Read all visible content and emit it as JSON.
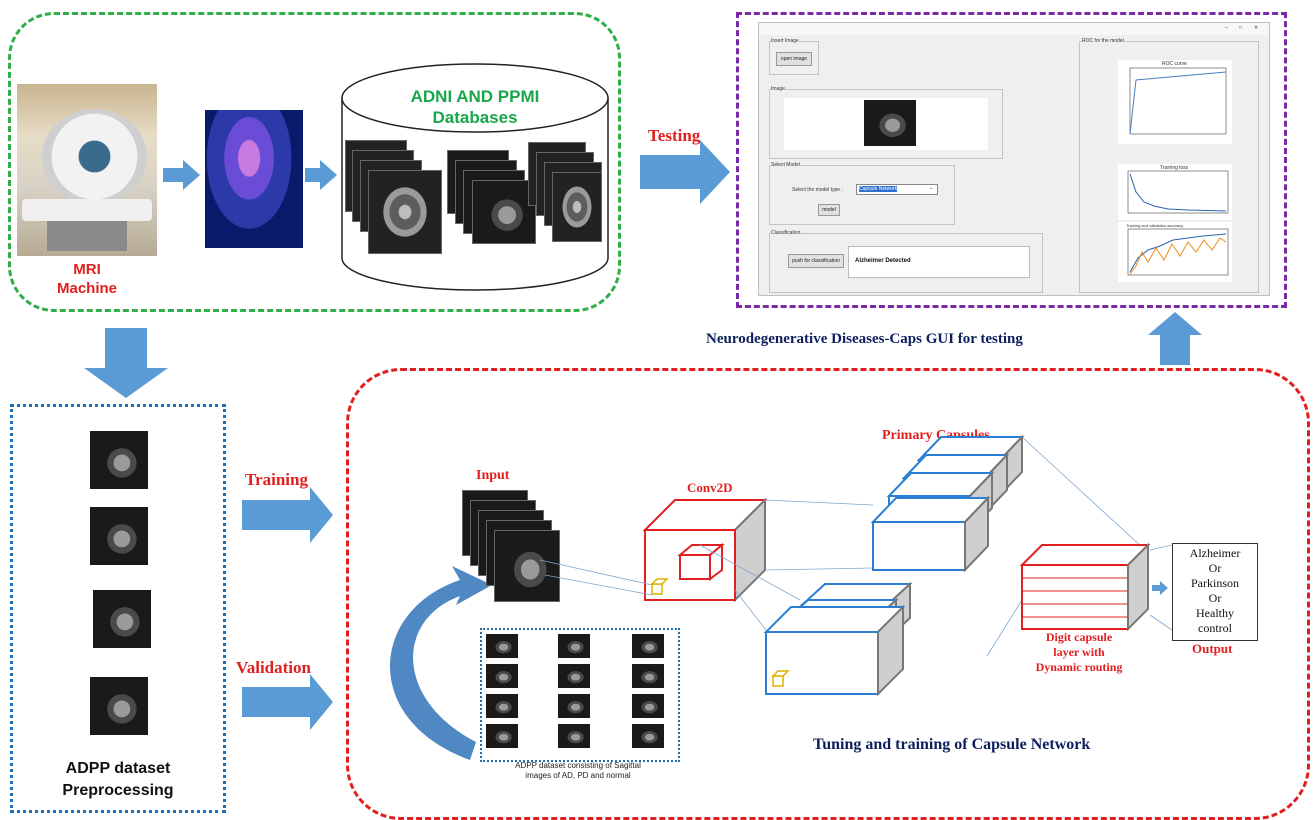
{
  "mri": {
    "label_line1": "MRI",
    "label_line2": "Machine"
  },
  "database": {
    "title_line1": "ADNI AND PPMI",
    "title_line2": "Databases"
  },
  "arrows": {
    "testing": "Testing",
    "training": "Training",
    "validation": "Validation"
  },
  "gui": {
    "caption": "Neurodegenerative Diseases-Caps GUI for testing",
    "insert_image_group": "Insert Image",
    "open_image_button": "open image",
    "image_group": "Image",
    "select_model_group": "Select Model",
    "select_model_label": "Select the model type :",
    "model_select_value": "Capsule Network",
    "model_button": "model",
    "classification_group": "Classification",
    "classify_button": "push for classification",
    "result_text": "Alzheimer Detected",
    "roc_group": "ROC for the model",
    "roc_title": "ROC curve",
    "training_loss_title": "Training loss",
    "accuracy_title": "Training and validation accuracy"
  },
  "dataset": {
    "label_line1": "ADPP dataset",
    "label_line2": "Preprocessing"
  },
  "network": {
    "input_label": "Input",
    "conv_label": "Conv2D",
    "primary_label": "Primary Capsules",
    "digit_line1": "Digit capsule",
    "digit_line2": "layer with",
    "digit_line3": "Dynamic routing",
    "output_label": "Output",
    "output_classes": [
      "Alzheimer",
      "Or",
      "Parkinson",
      "Or",
      "Healthy",
      "control"
    ],
    "dataset_caption_line1": "ADPP dataset consisting of Sagittal",
    "dataset_caption_line2": "images of AD, PD and normal",
    "section_title": "Tuning and training of Capsule Network"
  },
  "colors": {
    "green_border": "#2fae4a",
    "purple_border": "#7a2aa6",
    "blue_dotted": "#1f6fb3",
    "red_dashed": "#e02020",
    "arrow_blue": "#5b9bd5",
    "label_red": "#e02020",
    "db_title_green": "#1aa64a",
    "capsule_blue": "#2a7fd4"
  }
}
